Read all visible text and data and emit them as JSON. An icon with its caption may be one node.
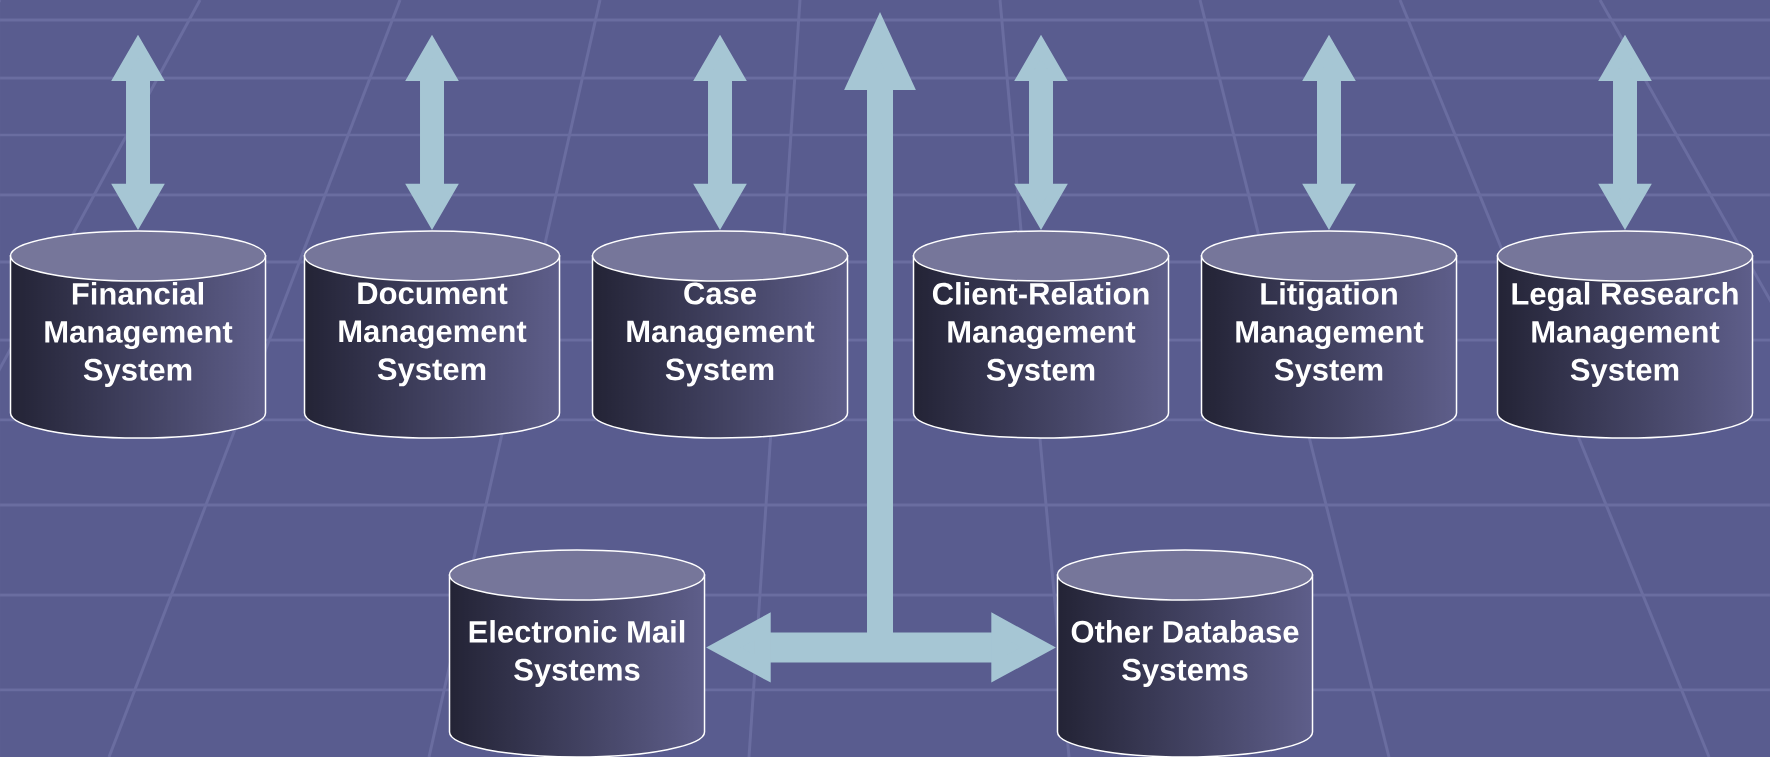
{
  "diagram": {
    "nodes": [
      {
        "text": [
          "Financial Management System"
        ]
      },
      {
        "text": [
          "Document Management System"
        ]
      },
      {
        "text": [
          "Case Management System"
        ]
      },
      {
        "text": [
          "Client-Relation Management System"
        ]
      },
      {
        "text": [
          "Litigation Management System"
        ]
      },
      {
        "text": [
          "Legal Research Management System"
        ]
      },
      {
        "text": [
          "Electronic Mail Systems"
        ]
      },
      {
        "text": [
          "Other Database Systems"
        ]
      }
    ],
    "edges": [
      {
        "from": null,
        "to": 0,
        "arrow": "both"
      },
      {
        "from": null,
        "to": 1,
        "arrow": "both"
      },
      {
        "from": null,
        "to": 2,
        "arrow": "both"
      },
      {
        "from": null,
        "to": 3,
        "arrow": "both"
      },
      {
        "from": null,
        "to": 4,
        "arrow": "both"
      },
      {
        "from": null,
        "to": 5,
        "arrow": "both"
      },
      {
        "from": 6,
        "to": 7,
        "arrow": "both"
      }
    ]
  }
}
